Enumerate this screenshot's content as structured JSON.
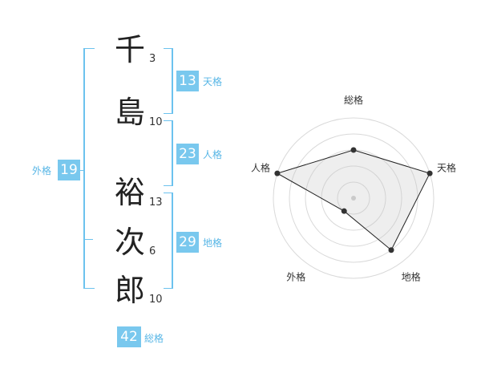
{
  "name": {
    "chars": [
      {
        "char": "千",
        "strokes": "3"
      },
      {
        "char": "島",
        "strokes": "10"
      },
      {
        "char": "裕",
        "strokes": "13"
      },
      {
        "char": "次",
        "strokes": "6"
      },
      {
        "char": "郎",
        "strokes": "10"
      }
    ]
  },
  "fortune": {
    "tenkaku": {
      "value": "13",
      "label": "天格"
    },
    "jinkaku": {
      "value": "23",
      "label": "人格"
    },
    "chikaku": {
      "value": "29",
      "label": "地格"
    },
    "gaikaku": {
      "value": "19",
      "label": "外格"
    },
    "soukaku": {
      "value": "42",
      "label": "総格"
    }
  },
  "colors": {
    "accent": "#79c8ee",
    "bracket": "#6cc2ee",
    "label": "#57b6e6"
  },
  "chart_data": {
    "type": "radar",
    "axes": [
      "総格",
      "天格",
      "地格",
      "外格",
      "人格"
    ],
    "levels": 5,
    "values": [
      3,
      5,
      4,
      1,
      5
    ],
    "max": 5,
    "grid": true
  }
}
